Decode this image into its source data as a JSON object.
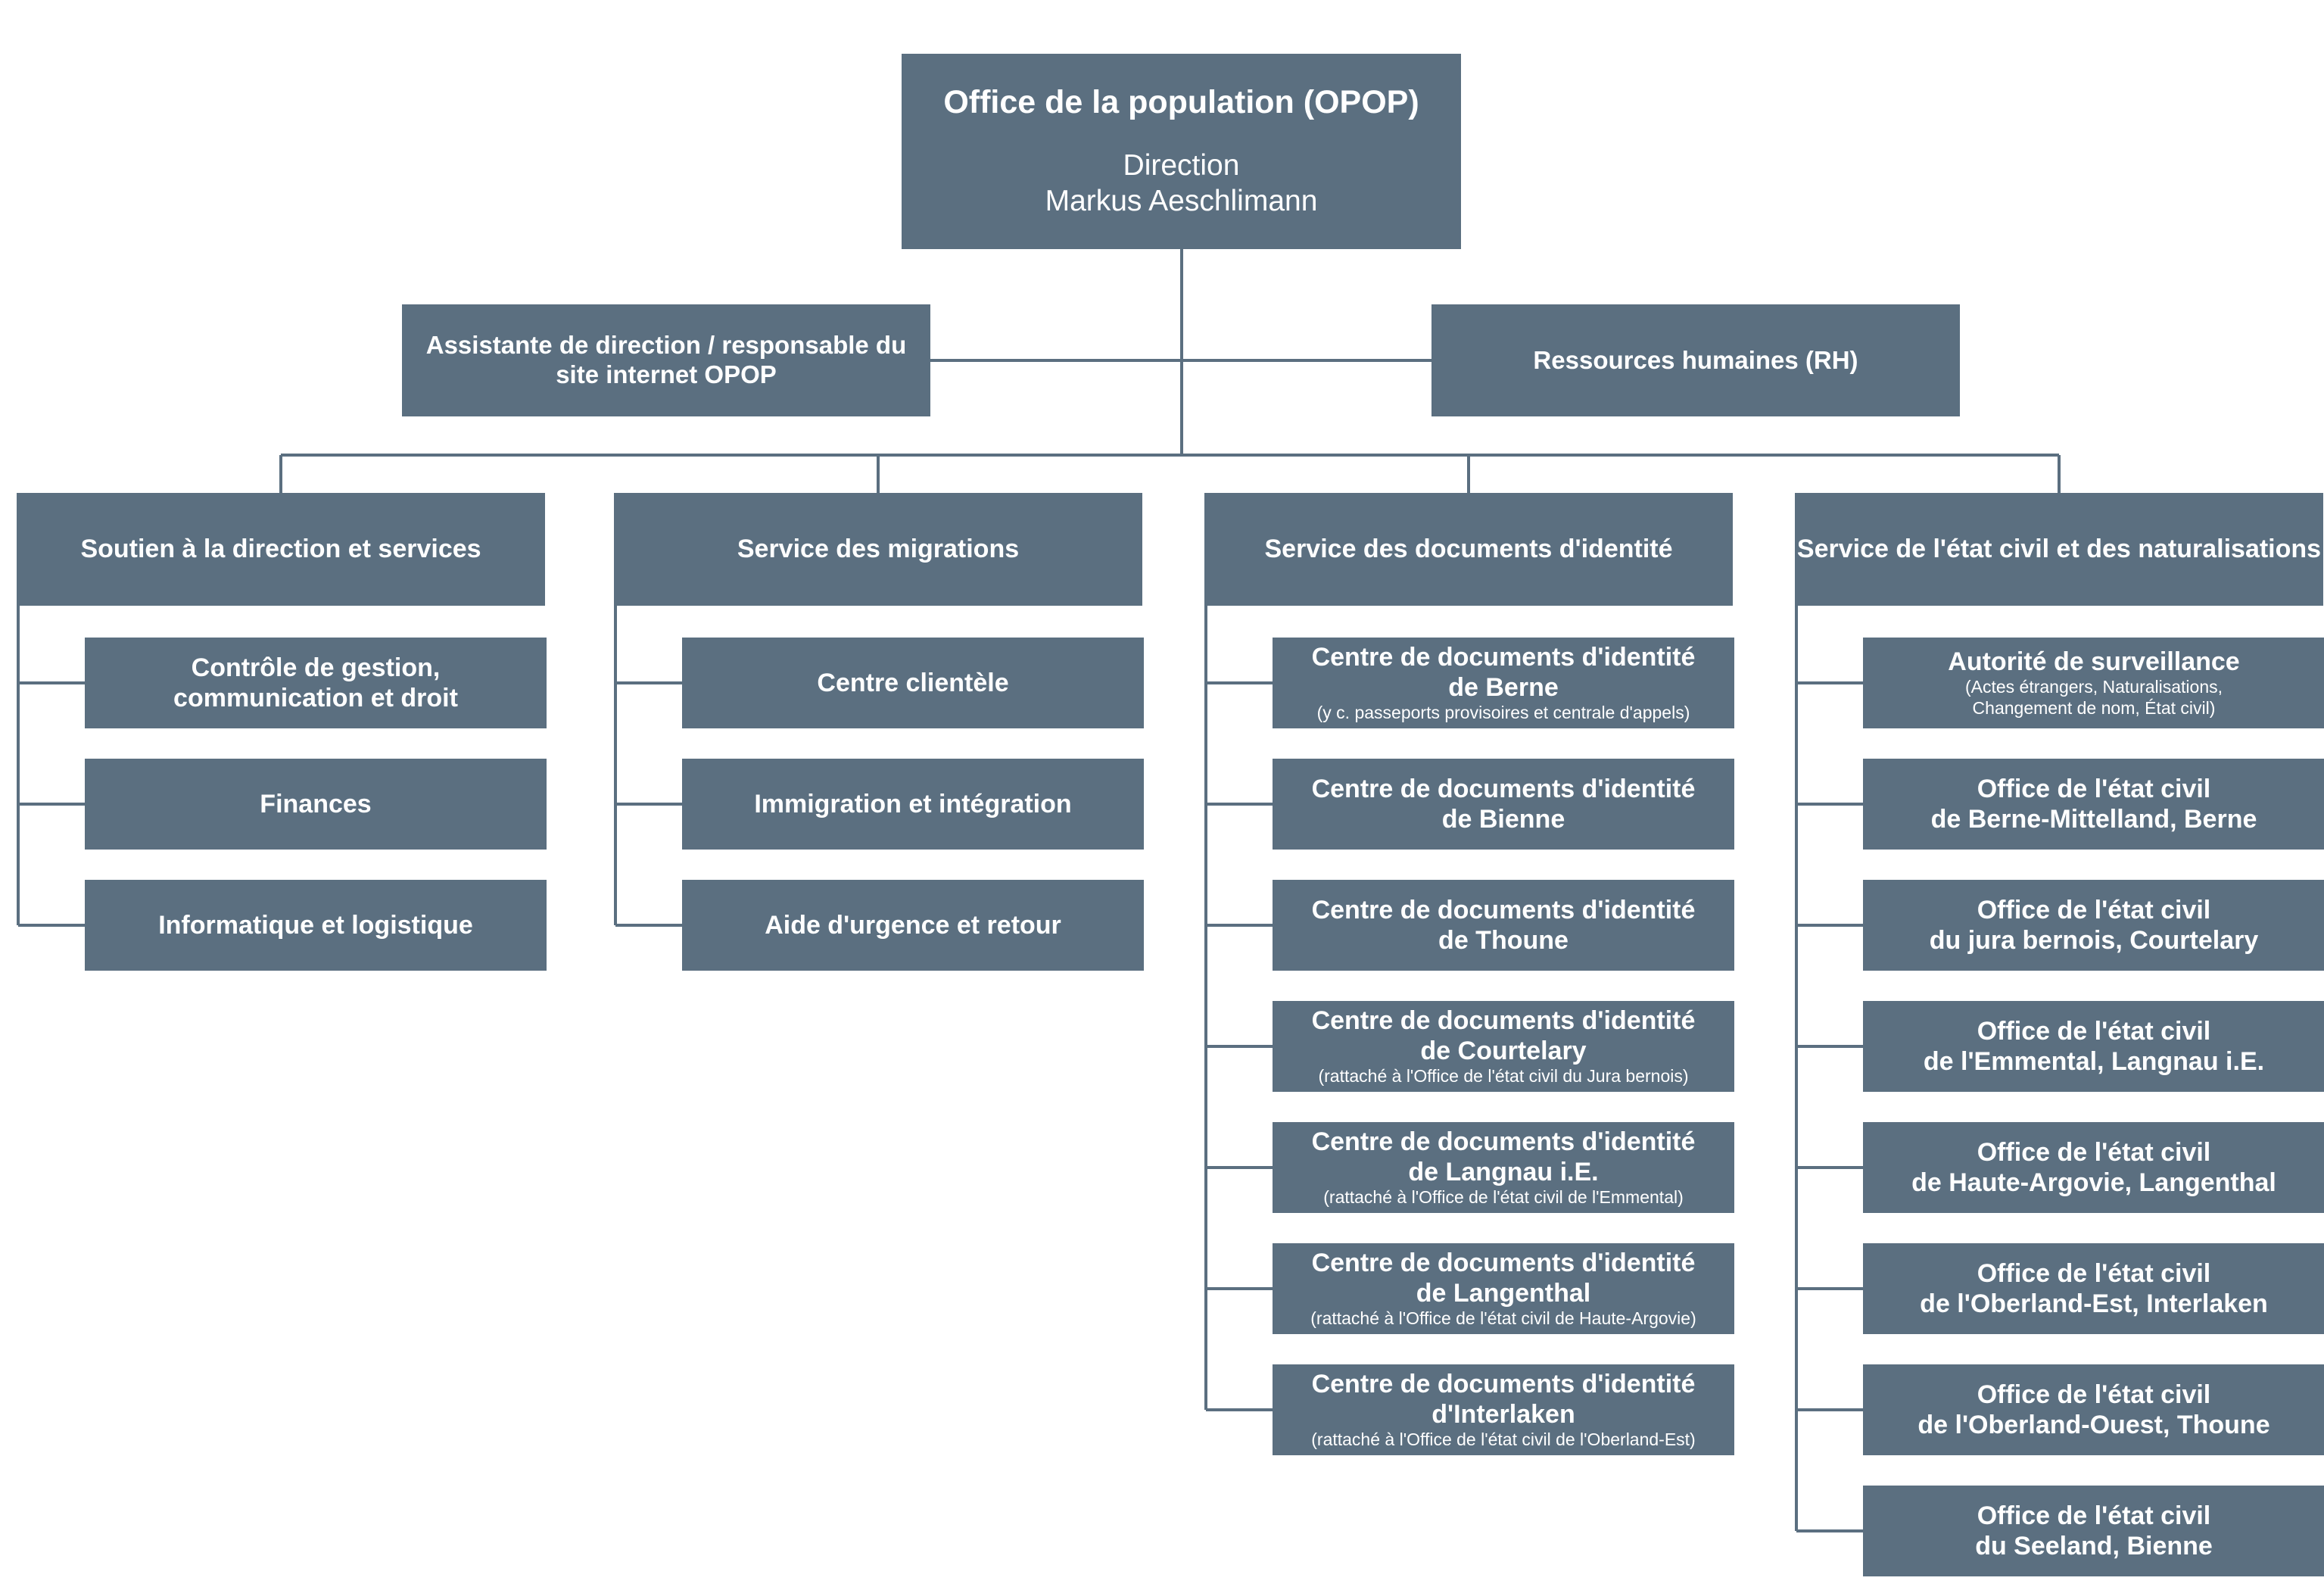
{
  "root": {
    "title": "Office de la population (OPOP)",
    "role": "Direction",
    "name": "Markus Aeschlimann"
  },
  "staff": [
    {
      "title": "Assistante de direction / responsable du\nsite internet OPOP"
    },
    {
      "title": "Ressources humaines (RH)"
    }
  ],
  "departments": [
    {
      "title": "Soutien à la direction et services",
      "units": [
        {
          "title": "Contrôle de gestion,\ncommunication et droit"
        },
        {
          "title": "Finances"
        },
        {
          "title": "Informatique et logistique"
        }
      ]
    },
    {
      "title": "Service des migrations",
      "units": [
        {
          "title": "Centre clientèle"
        },
        {
          "title": "Immigration et intégration"
        },
        {
          "title": "Aide d'urgence et retour"
        }
      ]
    },
    {
      "title": "Service des documents d'identité",
      "units": [
        {
          "title": "Centre de documents d'identité\nde Berne",
          "note": "(y c. passeports provisoires et centrale d'appels)"
        },
        {
          "title": "Centre de documents d'identité\nde Bienne"
        },
        {
          "title": "Centre de documents d'identité\nde Thoune"
        },
        {
          "title": "Centre de documents d'identité\nde Courtelary",
          "note": "(rattaché à l'Office de l'état civil du Jura bernois)"
        },
        {
          "title": "Centre de documents d'identité\nde Langnau i.E.",
          "note": "(rattaché à l'Office de l'état civil de l'Emmental)"
        },
        {
          "title": "Centre de documents d'identité\nde Langenthal",
          "note": "(rattaché à l'Office de l'état civil de Haute-Argovie)"
        },
        {
          "title": "Centre de documents d'identité\nd'Interlaken",
          "note": "(rattaché à l'Office de l'état civil  de l'Oberland-Est)"
        }
      ]
    },
    {
      "title": "Service de l'état civil et des naturalisations",
      "units": [
        {
          "title": "Autorité de surveillance",
          "note": "(Actes étrangers, Naturalisations,\nChangement de nom, État civil)"
        },
        {
          "title": "Office de l'état civil\nde Berne-Mittelland, Berne"
        },
        {
          "title": "Office de l'état civil\ndu jura bernois, Courtelary"
        },
        {
          "title": "Office de l'état civil\nde l'Emmental, Langnau i.E."
        },
        {
          "title": "Office de l'état civil\nde Haute-Argovie, Langenthal"
        },
        {
          "title": "Office de l'état civil\nde l'Oberland-Est, Interlaken"
        },
        {
          "title": "Office de l'état civil\nde l'Oberland-Ouest, Thoune"
        },
        {
          "title": "Office de l'état civil\ndu Seeland, Bienne"
        }
      ]
    }
  ],
  "colors": {
    "box": "#5b6f80",
    "line": "#5b6f80",
    "text": "#ffffff"
  }
}
